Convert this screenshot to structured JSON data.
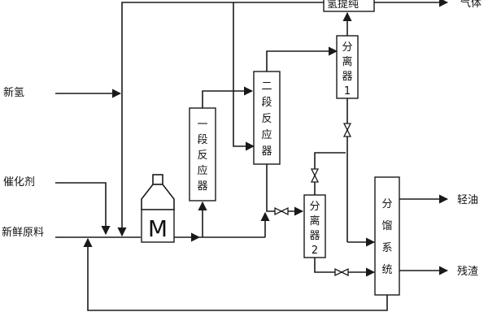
{
  "labels": {
    "new_hydrogen": "新氢",
    "catalyst": "催化剂",
    "fresh_feed": "新鲜原料",
    "gas": "气体",
    "light_oil": "轻油",
    "residue": "残渣",
    "hydrogen_purify": "氢提纯"
  },
  "units": {
    "reactor_1": [
      "一",
      "段",
      "反",
      "应",
      "器"
    ],
    "reactor_2": [
      "二",
      "段",
      "反",
      "应",
      "器"
    ],
    "separator_1": [
      "分",
      "离",
      "器",
      "1"
    ],
    "separator_2": [
      "分",
      "离",
      "器",
      "2"
    ],
    "fractionation": [
      "分",
      "馏",
      "系",
      "统"
    ],
    "furnace": "M"
  }
}
